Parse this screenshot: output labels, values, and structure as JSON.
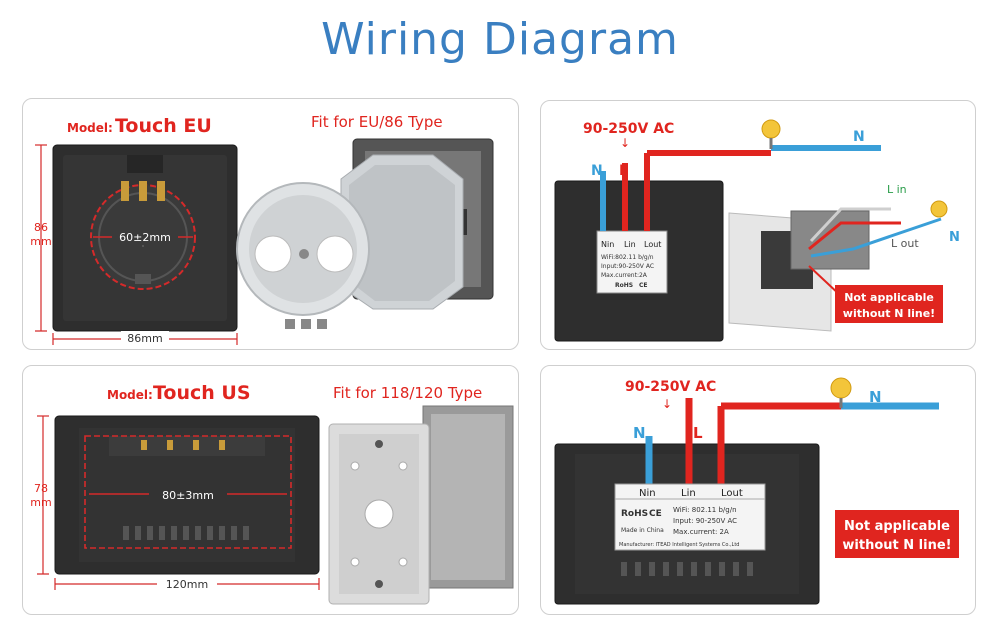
{
  "title": "Wiring Diagram",
  "eu": {
    "model_prefix": "Model:",
    "model_name": "Touch EU",
    "fit_text": "Fit for EU/86 Type",
    "height_dim_num": "86",
    "height_dim_unit": "mm",
    "width_dim": "86mm",
    "hole_dim": "60±2mm"
  },
  "eu_wiring": {
    "voltage": "90-250V AC",
    "n_label": "N",
    "l_label": "L",
    "n_right": "N",
    "terminals": [
      "Nin",
      "Lin",
      "Lout"
    ],
    "spec_lines": [
      "WiFi:802.11 b/g/n",
      "Input:90-250V AC",
      "Max.current:2A"
    ],
    "rohs": "RoHS",
    "ce": "CE",
    "lin_label": "L in",
    "lout_label": "L out",
    "n_side": "N",
    "warning_line1": "Not applicable",
    "warning_line2": "without N line!"
  },
  "us": {
    "model_prefix": "Model:",
    "model_name": "Touch US",
    "fit_text": "Fit for 118/120 Type",
    "height_dim_num": "78",
    "height_dim_unit": "mm",
    "width_dim": "120mm",
    "hole_dim": "80±3mm"
  },
  "us_wiring": {
    "voltage": "90-250V AC",
    "n_label": "N",
    "l_label": "L",
    "n_right": "N",
    "terminals": [
      "Nin",
      "Lin",
      "Lout"
    ],
    "spec_lines": [
      "WiFi: 802.11 b/g/n",
      "Input: 90-250V AC",
      "Max.current: 2A"
    ],
    "rohs": "RoHS",
    "ce": "CE",
    "made_in": "Made in China",
    "manufacturer": "Manufacturer: ITEAD Intelligent Systems Co.,Ltd",
    "warning_line1": "Not applicable",
    "warning_line2": "without N line!"
  },
  "colors": {
    "title": "#3a7fc1",
    "live": "#e0251f",
    "neutral": "#3a9fd8",
    "panel": "#2b2b2b"
  }
}
